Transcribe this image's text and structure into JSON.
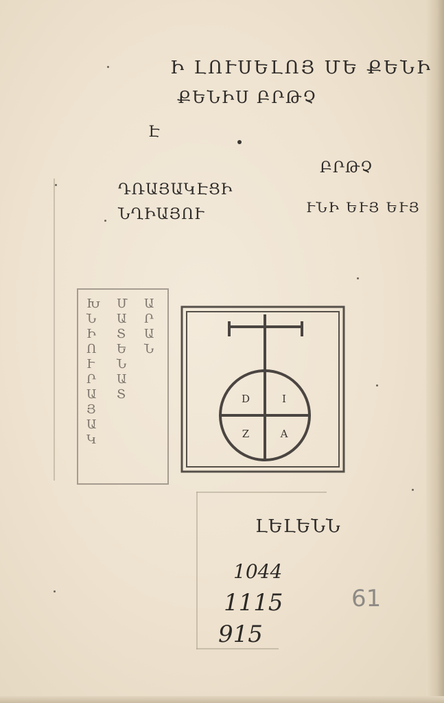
{
  "page": {
    "top_lines": [
      "Ի ԼՈՒՍԵԼՈՅ ՄԵ ՔԵՆԻ",
      "ՔԵՆԻՍ ԲՐԹՉ"
    ],
    "side_letter": "Է",
    "left_block": [
      "ԴՌԱՅԱԿԷՑԻ",
      "ՆՂԻԱՅՈՒ"
    ],
    "right_block": [
      "ԲՐԹՉ",
      "ՒՆԻ ԵՒՅ ԵՒՅ"
    ],
    "bottom_word": "ԼԵԼԵՆՆ"
  },
  "printer_device": {
    "letters": [
      "D",
      "I",
      "Z",
      "A"
    ]
  },
  "stamp": {
    "columns": [
      "ԽՆԻՈՒՐԱՅԱԿ",
      "ՄԱՏԵՆԱՏ",
      "ԱՐԱՆ"
    ]
  },
  "shelf_marks": {
    "lines": [
      "1044",
      "1115",
      "915"
    ],
    "pencil_note": "61"
  },
  "colors": {
    "paper": "#f3eadb",
    "ink": "#2e2b29",
    "faded_stamp": "#8d847a",
    "pencil": "#8e8a85"
  }
}
